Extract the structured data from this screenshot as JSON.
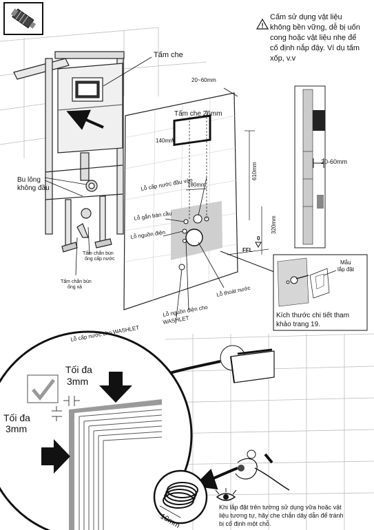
{
  "warning": {
    "icon": "warning-triangle-icon",
    "lines": [
      "Cấm sử dụng vật liệu",
      "không bền vững, dễ bị uốn",
      "cong hoặc vật liệu nhẹ để",
      "cố định nắp đậy. Ví dụ tấm",
      "xốp, v.v"
    ]
  },
  "top_labels": {
    "tam_che": "Tấm che",
    "tam_che_26": "Tấm che 26mm",
    "range_20_60": "20~60mm",
    "dim_140": "140mm",
    "dim_610": "610mm",
    "dim_180": "180mm",
    "dim_320": "320mm",
    "ffl": "FFL",
    "zero": "0",
    "side_20_60": "20-60mm"
  },
  "frame_labels": {
    "bu_long": [
      "Bu lông",
      "không đầu"
    ],
    "tam_chan_bun_cap": [
      "Tấm chắn bùn",
      "ống cấp nước"
    ],
    "tam_chan_bun_xa": [
      "Tấm chắn bùn",
      "ống xả"
    ]
  },
  "panel_labels": {
    "lo_cap_nuoc_dau_vao": "Lỗ cấp nước đầu vào",
    "lo_gan_ban_cau": "Lỗ gắn bàn cầu",
    "lo_nguon_dien": "Lỗ nguồn điện",
    "lo_thoat_nuoc": "Lỗ thoát nước",
    "lo_nguon_dien_washlet": [
      "Lỗ nguồn điện cho",
      "WASHLET"
    ],
    "lo_cap_nuoc_washlet": "Lỗ cấp nước cho WASHLET"
  },
  "template_box": {
    "mau_lap_dat": [
      "Mẫu",
      "lắp đặt"
    ],
    "note": [
      "Kích thước chi tiết tham",
      "khảo trang 19."
    ]
  },
  "detail_labels": {
    "toi_da_top": [
      "Tối đa",
      "3mm"
    ],
    "toi_da_left": [
      "Tối đa",
      "3mm"
    ],
    "dim_10mm": "10mm",
    "bottom_note": [
      "Khi lắp đặt trên tường sử dụng vữa hoặc vật",
      "liệu tương tự, hãy che chắn dây dẫn để tránh",
      "bị cố định một chỗ."
    ]
  },
  "icons": {
    "top_left": "connector-icon",
    "check": "checkmark-icon",
    "eye": "eye-icon"
  }
}
